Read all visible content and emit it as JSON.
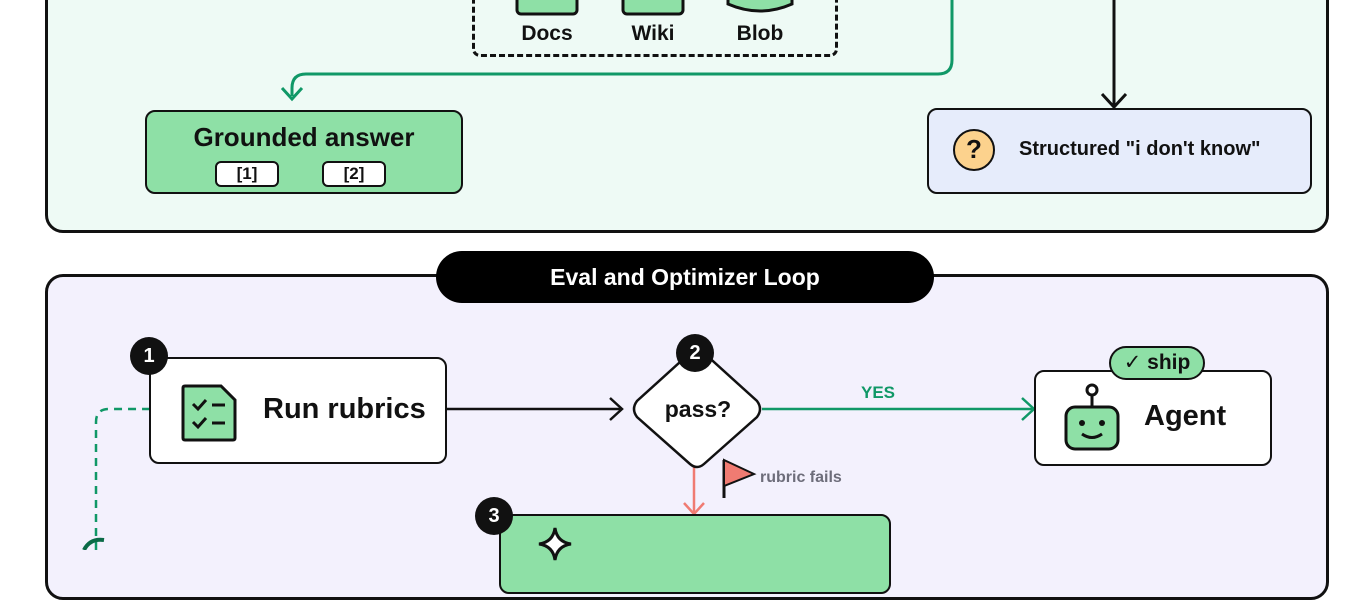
{
  "sources": {
    "items": [
      {
        "label": "Docs"
      },
      {
        "label": "Wiki"
      },
      {
        "label": "Blob"
      }
    ]
  },
  "grounded": {
    "title": "Grounded answer",
    "citations": [
      "[1]",
      "[2]"
    ]
  },
  "idk": {
    "icon": "question-icon",
    "icon_glyph": "?",
    "label": "Structured \"i don't know\""
  },
  "loop": {
    "title": "Eval and Optimizer Loop"
  },
  "steps": {
    "run": {
      "number": "1",
      "label": "Run rubrics",
      "icon": "checklist-icon"
    },
    "pass": {
      "number": "2",
      "label": "pass?"
    },
    "optimizer": {
      "number": "3",
      "icon": "sparkle-icon"
    }
  },
  "edges": {
    "yes_label": "YES",
    "fail_label": "rubric fails"
  },
  "agent": {
    "label": "Agent",
    "icon": "robot-icon",
    "ship_label": "ship",
    "ship_glyph": "✓"
  },
  "colors": {
    "green_fill": "#8ee0a6",
    "green_line": "#109867",
    "red_line": "#f07b72",
    "panel_top": "#eefaf5",
    "panel_bottom": "#f3f1fd",
    "idk_fill": "#e6ecfb",
    "question_fill": "#fcd28d"
  }
}
